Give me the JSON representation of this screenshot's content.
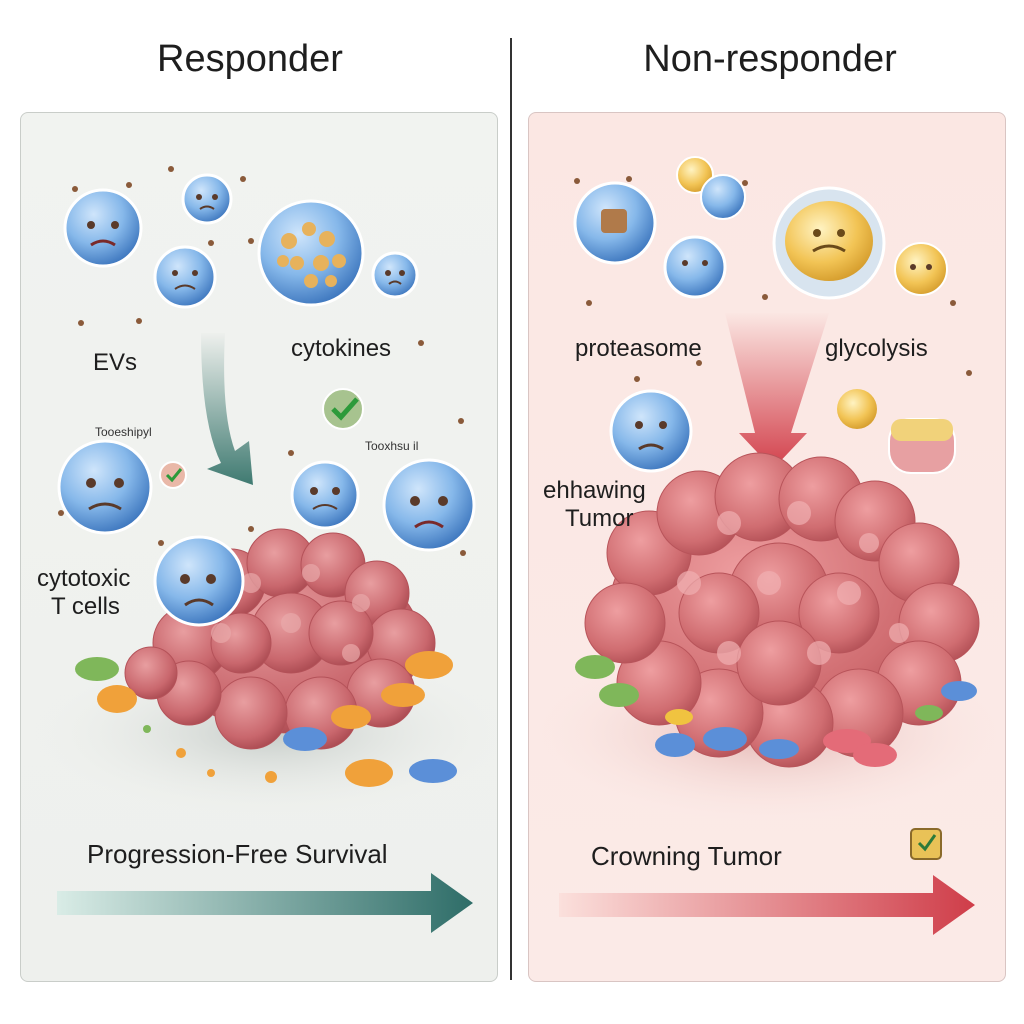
{
  "headings": {
    "left": "Responder",
    "right": "Non-responder"
  },
  "left_panel": {
    "labels": {
      "evs": "EVs",
      "cytokines": "cytokines",
      "small_a": "Tooeshipyl",
      "small_b": "Tooxhsu il",
      "cytotoxic_line1": "cytotoxic",
      "cytotoxic_line2": "T cells"
    },
    "outcome": "Progression-Free Survival"
  },
  "right_panel": {
    "labels": {
      "proteasome": "proteasome",
      "glycolysis": "glycolysis",
      "tumor_line1": "ehhawing",
      "tumor_line2": "Tumor"
    },
    "outcome": "Crowning Tumor"
  },
  "colors": {
    "responder_arrow": "#3f7a71",
    "nonresponder_arrow": "#cf3d49",
    "tumor": "#c9676d",
    "cell_blue": "#7fb3e6"
  }
}
